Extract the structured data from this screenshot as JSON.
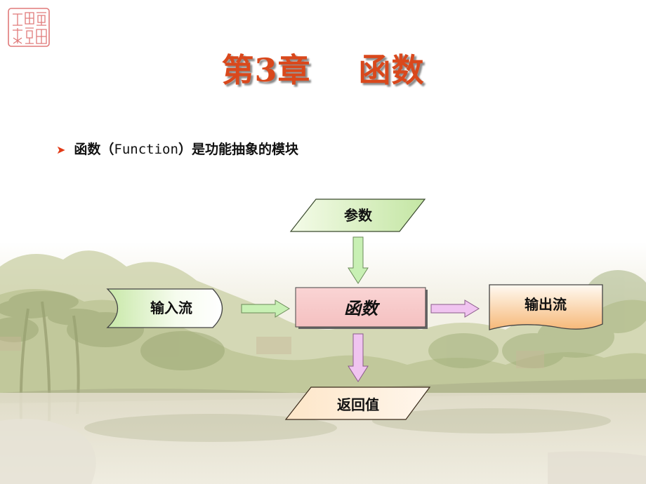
{
  "seal": {
    "text": "華南理工大學"
  },
  "title": {
    "chapter": "第3章",
    "name": "函数"
  },
  "bullet": {
    "prefix": "函数（",
    "term": "Function",
    "suffix": "）是功能抽象的模块"
  },
  "diagram": {
    "params": "参数",
    "input": "输入流",
    "function": "函数",
    "output": "输出流",
    "return": "返回值"
  },
  "colors": {
    "title": "#d9481c",
    "bullet_arrow": "#e23a16",
    "params_fill_light": "#f2fbe6",
    "params_fill_dark": "#c6e8a8",
    "function_fill": "#f7c8c8",
    "output_fill_dark": "#f6b878",
    "pink_arrow": "#f0c4f0",
    "green_arrow": "#c8f0b4"
  }
}
